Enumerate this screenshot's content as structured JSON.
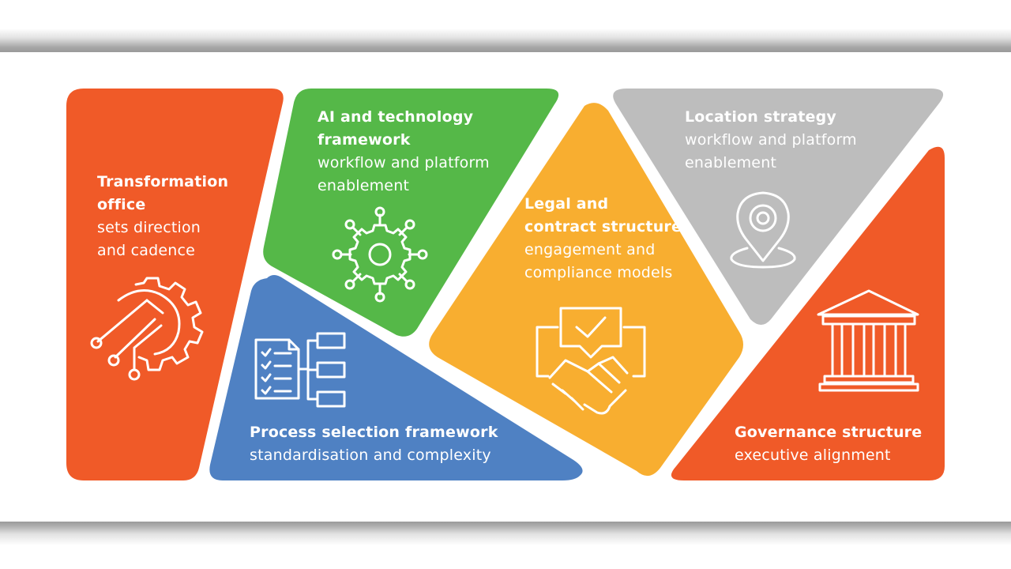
{
  "colors": {
    "orange": "#F05A28",
    "green": "#55B848",
    "blue": "#4F81C3",
    "yellow": "#F8AE30",
    "gray": "#BDBDBD",
    "white": "#FFFFFF"
  },
  "blocks": [
    {
      "id": "transformation",
      "title_lines": [
        "Transformation",
        "office"
      ],
      "sub_lines": [
        "sets direction",
        "and cadence"
      ],
      "icon": "gear-circuit-icon"
    },
    {
      "id": "ai",
      "title_lines": [
        "AI and technology",
        "framework"
      ],
      "sub_lines": [
        "workflow and platform",
        "enablement"
      ],
      "icon": "network-gear-icon"
    },
    {
      "id": "legal",
      "title_lines": [
        "Legal and",
        "contract structure"
      ],
      "sub_lines": [
        "engagement and",
        "compliance models"
      ],
      "icon": "handshake-check-icon"
    },
    {
      "id": "location",
      "title_lines": [
        "Location strategy"
      ],
      "sub_lines": [
        "workflow and platform",
        "enablement"
      ],
      "icon": "location-pin-icon"
    },
    {
      "id": "process",
      "title_lines": [
        "Process selection framework"
      ],
      "sub_lines": [
        "standardisation and complexity"
      ],
      "icon": "checklist-flow-icon"
    },
    {
      "id": "governance",
      "title_lines": [
        "Governance structure"
      ],
      "sub_lines": [
        "executive alignment"
      ],
      "icon": "building-columns-icon"
    }
  ]
}
